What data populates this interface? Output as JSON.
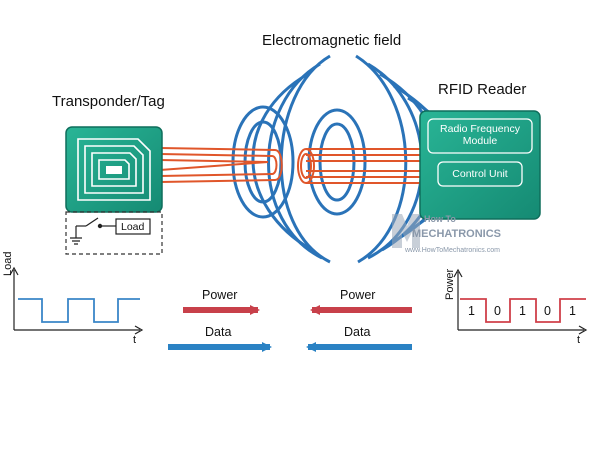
{
  "labels": {
    "field": "Electromagnetic field",
    "tag": "Transponder/Tag",
    "reader": "RFID Reader",
    "rf_module": "Radio Frequency Module",
    "control_unit": "Control Unit",
    "load_box": "Load"
  },
  "watermark": {
    "line1": "How To",
    "line2": "MECHATRONICS",
    "url": "www.HowToMechatronics.com"
  },
  "arrows": {
    "power_left": "Power",
    "power_right": "Power",
    "data_left": "Data",
    "data_right": "Data"
  },
  "left_plot": {
    "ylabel": "Load",
    "xlabel": "t"
  },
  "right_plot": {
    "ylabel": "Power",
    "xlabel": "t",
    "bits": [
      "1",
      "0",
      "1",
      "0",
      "1"
    ]
  },
  "colors": {
    "teal": "#1e9e86",
    "coil": "#e0562a",
    "field": "#2a73b8",
    "power_arrow": "#c8404a",
    "data_arrow": "#2a82c4",
    "signal_blue": "#3a86c8",
    "signal_red": "#d0404a"
  }
}
